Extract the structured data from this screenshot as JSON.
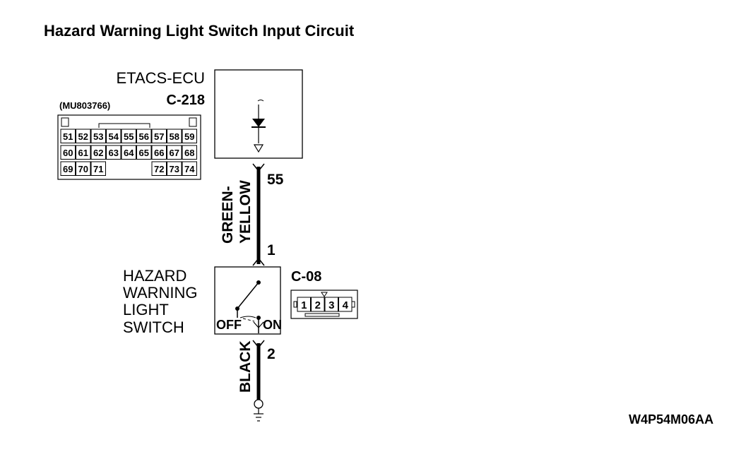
{
  "title": "Hazard Warning Light Switch Input Circuit",
  "ecu": {
    "name": "ETACS-ECU",
    "connector": "C-218",
    "part_number": "(MU803766)",
    "pin_rows": [
      [
        "51",
        "52",
        "53",
        "54",
        "55",
        "56",
        "57",
        "58",
        "59"
      ],
      [
        "60",
        "61",
        "62",
        "63",
        "64",
        "65",
        "66",
        "67",
        "68"
      ],
      [
        "69",
        "70",
        "71",
        "72",
        "73",
        "74"
      ]
    ]
  },
  "wire_top": {
    "ecu_pin": "55",
    "switch_pin": "1",
    "color_line1": "GREEN-",
    "color_line2": "YELLOW"
  },
  "switch": {
    "name_line1": "HAZARD",
    "name_line2": "WARNING",
    "name_line3": "LIGHT",
    "name_line4": "SWITCH",
    "connector": "C-08",
    "off_label": "OFF",
    "on_label": "ON",
    "connector_pins": [
      "1",
      "2",
      "3",
      "4"
    ]
  },
  "wire_bottom": {
    "switch_pin": "2",
    "color": "BLACK"
  },
  "diagram_code": "W4P54M06AA"
}
